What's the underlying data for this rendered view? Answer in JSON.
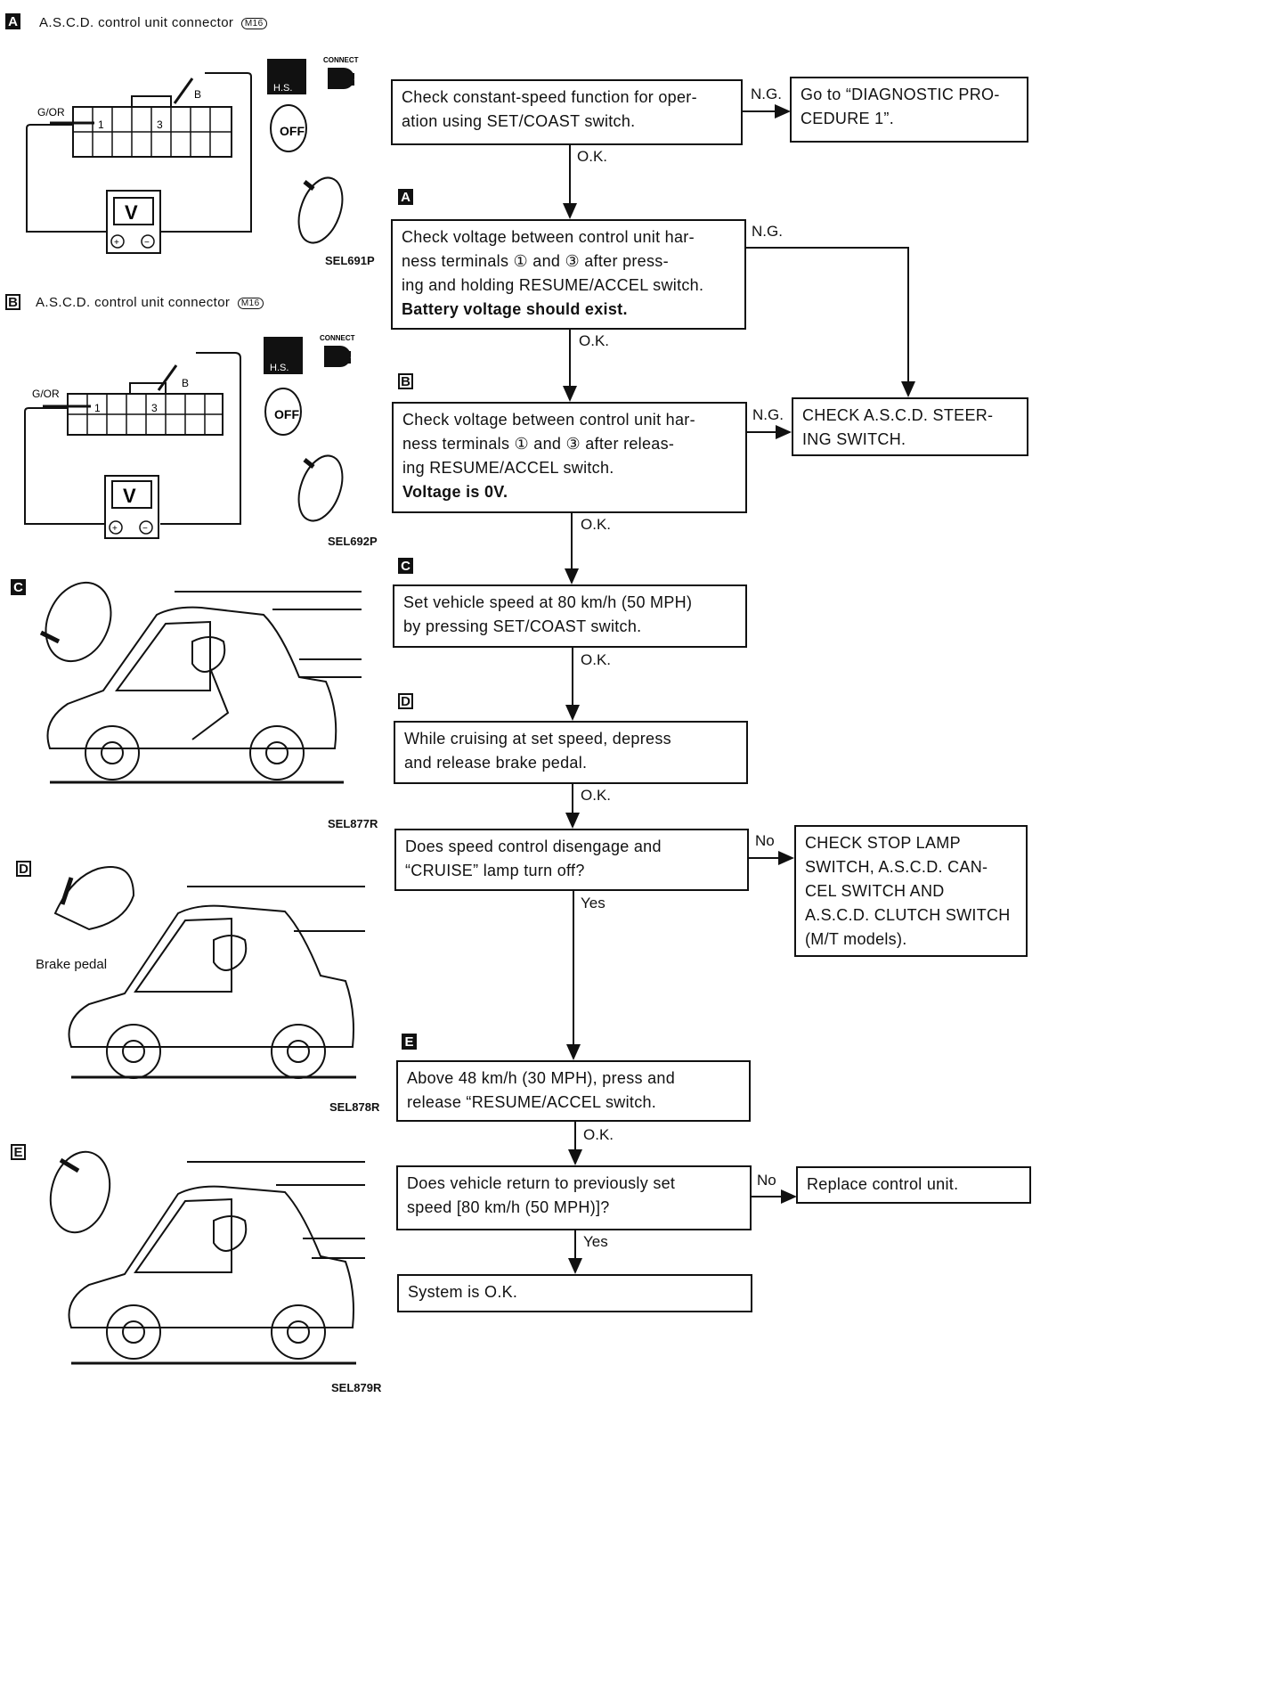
{
  "sections": [
    {
      "tag": "A",
      "title": "A.S.C.D. control unit connector",
      "connector": "M16",
      "ref": "SEL691P"
    },
    {
      "tag": "B",
      "title": "A.S.C.D. control unit connector",
      "connector": "M16",
      "ref": "SEL692P"
    },
    {
      "tag": "C",
      "ref": "SEL877R"
    },
    {
      "tag": "D",
      "ref": "SEL878R",
      "caption": "Brake pedal"
    },
    {
      "tag": "E",
      "ref": "SEL879R"
    }
  ],
  "connector_labels": {
    "wire": "G/OR",
    "probe": "B",
    "pin1": "1",
    "pin3": "3",
    "meter": "V",
    "plus": "⊕",
    "minus": "⊖",
    "connect": "CONNECT",
    "hs": "H.S.",
    "off": "OFF"
  },
  "flow": {
    "step1": {
      "lines": [
        "Check constant-speed function for oper-",
        "ation using SET/COAST switch."
      ]
    },
    "ng1": {
      "lines": [
        "Go to “DIAGNOSTIC PRO-",
        "CEDURE 1”."
      ]
    },
    "step2": {
      "tag": "A",
      "lines": [
        "Check voltage between control unit har-",
        "ness terminals ① and ③ after press-",
        "ing and holding RESUME/ACCEL switch."
      ],
      "bold": "Battery voltage should exist."
    },
    "step3": {
      "tag": "B",
      "lines": [
        "Check voltage between control unit har-",
        "ness terminals ① and ③ after releas-",
        "ing RESUME/ACCEL switch."
      ],
      "bold": "Voltage is 0V."
    },
    "ng23": {
      "lines": [
        "CHECK A.S.C.D. STEER-",
        "ING SWITCH."
      ]
    },
    "step4": {
      "tag": "C",
      "lines": [
        "Set vehicle speed at 80 km/h (50 MPH)",
        "by pressing SET/COAST switch."
      ]
    },
    "step5": {
      "tag": "D",
      "lines": [
        "While cruising at set speed, depress",
        "and release brake pedal."
      ]
    },
    "step6": {
      "lines": [
        "Does speed control disengage and",
        "“CRUISE” lamp turn off?"
      ]
    },
    "no6": {
      "lines": [
        "CHECK STOP LAMP",
        "SWITCH, A.S.C.D. CAN-",
        "CEL SWITCH AND",
        "A.S.C.D. CLUTCH SWITCH",
        "(M/T models)."
      ]
    },
    "step7": {
      "tag": "E",
      "lines": [
        "Above 48 km/h (30 MPH), press and",
        "release “RESUME/ACCEL switch."
      ]
    },
    "step8": {
      "lines": [
        "Does vehicle return to previously set",
        "speed [80 km/h (50 MPH)]?"
      ]
    },
    "no8": {
      "lines": [
        "Replace control unit."
      ]
    },
    "step9": {
      "lines": [
        "System is O.K."
      ]
    },
    "labels": {
      "ng": "N.G.",
      "ok": "O.K.",
      "yes": "Yes",
      "no": "No"
    }
  }
}
